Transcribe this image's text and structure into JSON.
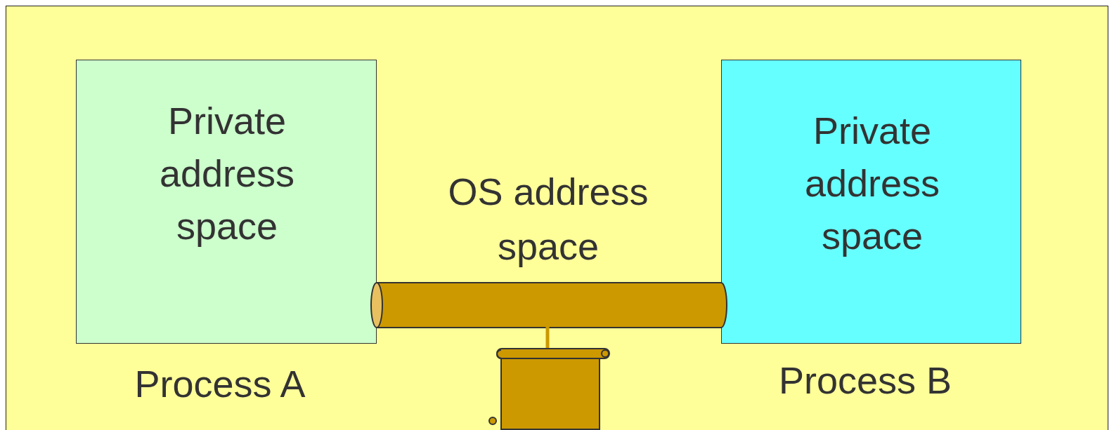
{
  "diagram": {
    "nodes": [
      {
        "text": [
          "OS address space"
        ]
      },
      {
        "text": [
          "Private address space",
          "Process A"
        ],
        "in": 0
      },
      {
        "text": [
          "Private address space",
          "Process B"
        ],
        "in": 0
      }
    ],
    "edges": [
      {
        "from": 1,
        "to": 2,
        "arrow": "none"
      }
    ]
  }
}
